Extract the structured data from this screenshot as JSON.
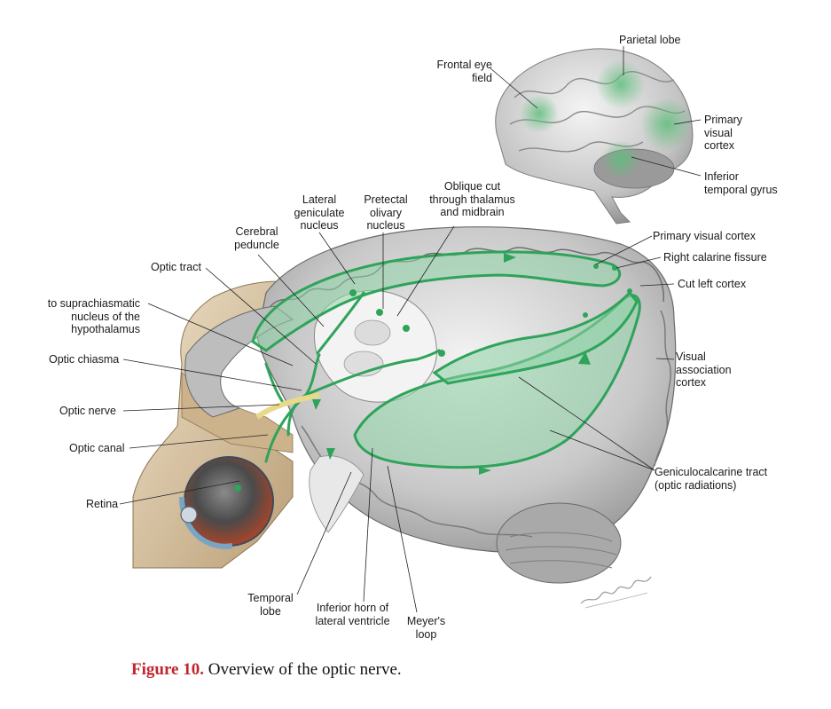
{
  "figure": {
    "number": "Figure 10.",
    "text": "Overview of the optic nerve."
  },
  "labels": {
    "frontal_eye_field": "Frontal eye\nfield",
    "parietal_lobe": "Parietal lobe",
    "primary_visual_cortex_top": "Primary\nvisual\ncortex",
    "inferior_temporal_gyrus": "Inferior\ntemporal gyrus",
    "oblique_cut": "Oblique cut\nthrough thalamus\nand midbrain",
    "pretectal_olivary_nucleus": "Pretectal\nolivary\nnucleus",
    "lateral_geniculate_nucleus": "Lateral\ngeniculate\nnucleus",
    "cerebral_peduncle": "Cerebral\npeduncle",
    "optic_tract": "Optic tract",
    "suprachiasmatic": "to suprachiasmatic\nnucleus of the\nhypothalamus",
    "optic_chiasma": "Optic chiasma",
    "optic_nerve": "Optic nerve",
    "optic_canal": "Optic canal",
    "retina": "Retina",
    "primary_visual_cortex": "Primary visual cortex",
    "right_calcarine_fissure": "Right calarine fissure",
    "cut_left_cortex": "Cut left cortex",
    "visual_association_cortex": "Visual\nassociation\ncortex",
    "geniculocalcarine_tract": "Geniculocalcarine tract\n(optic radiations)",
    "temporal_lobe": "Temporal\nlobe",
    "inferior_horn": "Inferior horn of\nlateral ventricle",
    "meyers_loop": "Meyer's\nloop"
  },
  "colors": {
    "pathway_green": "#2fa35a",
    "pathway_fill": "#8fd3a8",
    "brain_gray": "#c9c9c9",
    "skull_tan": "#d9c4a3",
    "caption_red": "#c0272d"
  }
}
